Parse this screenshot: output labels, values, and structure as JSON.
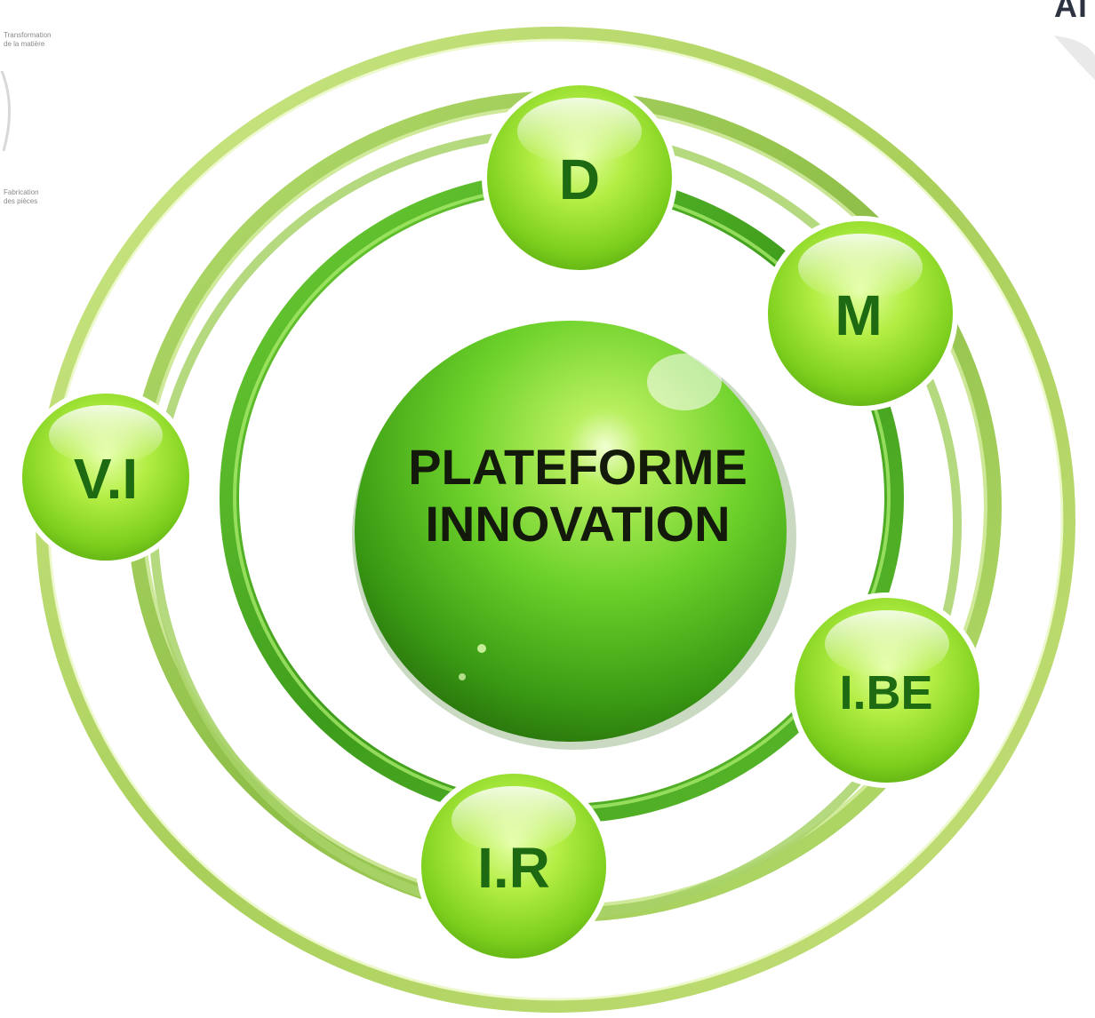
{
  "side_notes": {
    "note_1": "Transformation\nde la matière",
    "note_2": "Fabrication\ndes pièces"
  },
  "corner_text": "Al",
  "center": {
    "line_1": "PLATEFORME",
    "line_2": "INNOVATION"
  },
  "nodes": {
    "d": "D",
    "m": "M",
    "ibe": "I.BE",
    "ir": "I.R",
    "vi": "V.I"
  },
  "colors": {
    "label_dark_green": "#1d6a12",
    "center_text": "#131a0c",
    "ring_light_green": "#b5d86a",
    "ring_inner_green": "#4bb02a",
    "sphere_green": "#5fc42b"
  }
}
